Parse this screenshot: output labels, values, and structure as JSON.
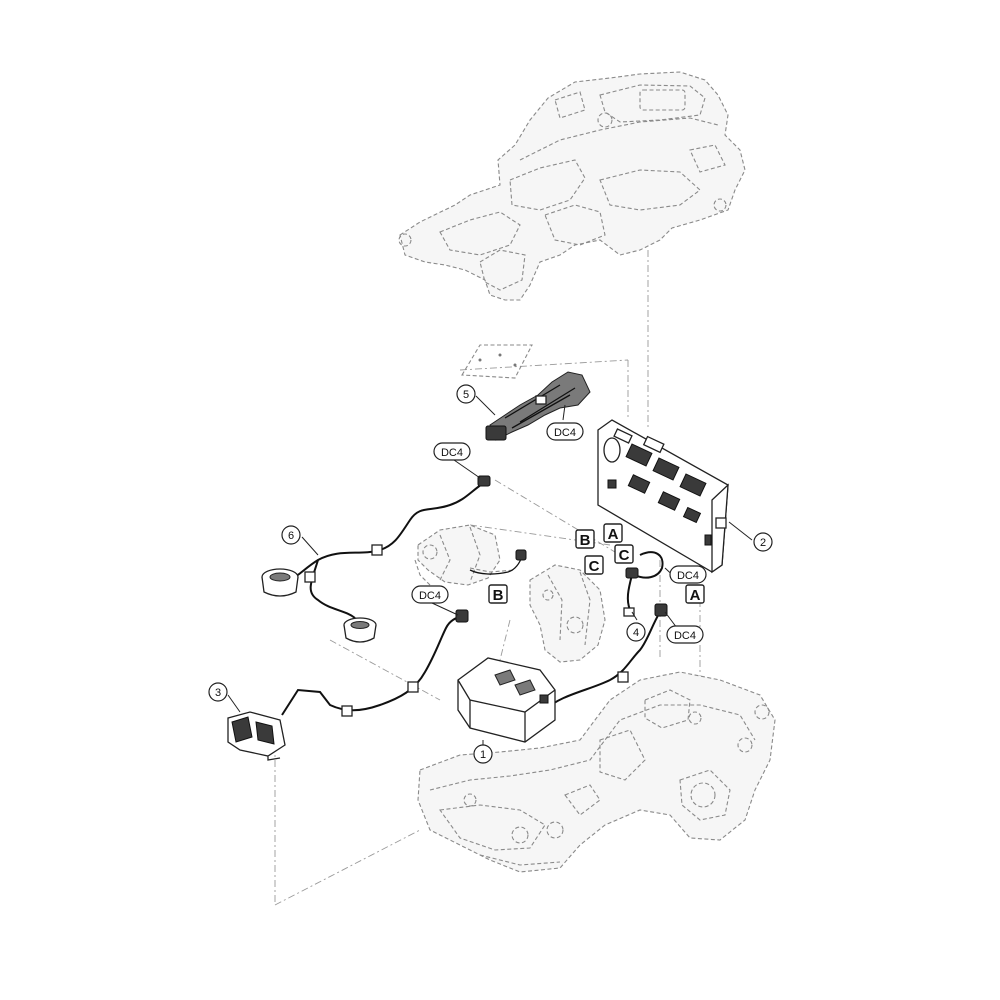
{
  "callouts": {
    "part_1": "1",
    "part_2": "2",
    "part_3": "3",
    "part_4": "4",
    "part_5": "5",
    "part_6": "6"
  },
  "connector_labels": {
    "dc4_top_left": "DC4",
    "dc4_ribbon": "DC4",
    "dc4_mid_left": "DC4",
    "dc4_right_upper": "DC4",
    "dc4_right_lower": "DC4"
  },
  "connection_letters": {
    "a_board": "A",
    "b_board": "B",
    "c_board": "C",
    "c_mid": "C",
    "b_low": "B",
    "a_low": "A"
  }
}
